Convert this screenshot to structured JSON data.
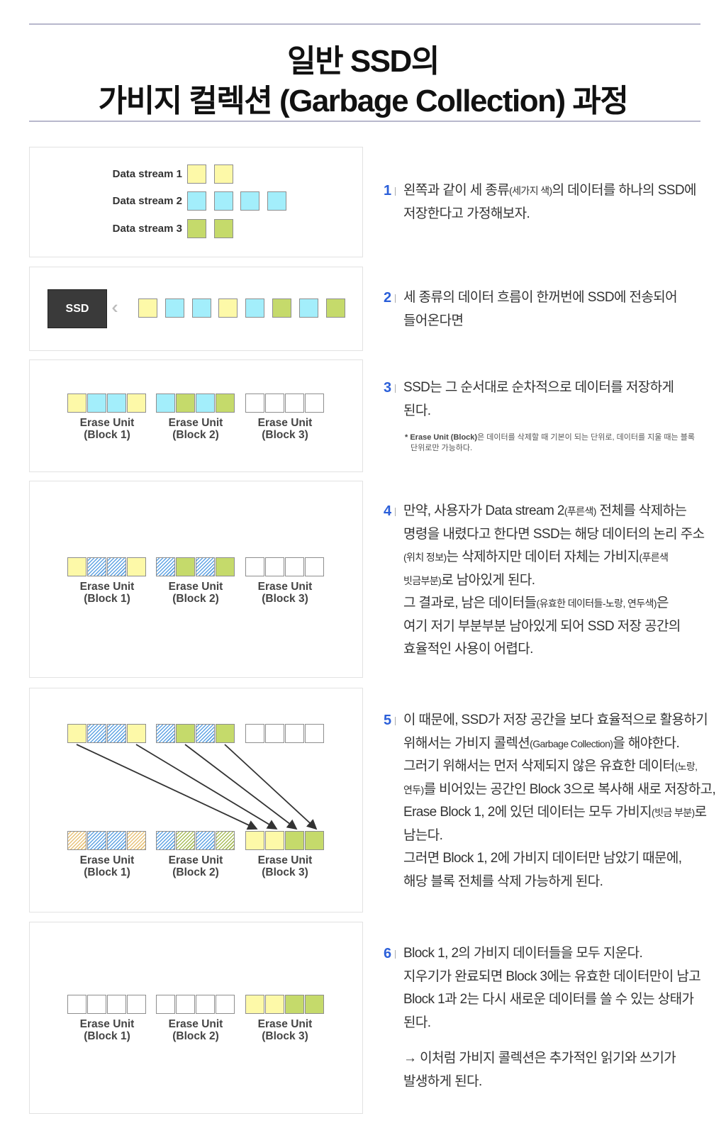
{
  "title": {
    "line1": "일반 SSD의",
    "line2": "가비지 컬렉션 (Garbage Collection) 과정"
  },
  "colors": {
    "yellow": "#fdf9a8",
    "blue": "#a3eefb",
    "green": "#c5da6b",
    "accent": "#2b5fd9",
    "ssd_box": "#3a3a3a"
  },
  "panel1": {
    "streams": [
      {
        "label": "Data stream 1",
        "cells": [
          "yellow",
          "yellow"
        ]
      },
      {
        "label": "Data stream 2",
        "cells": [
          "blue",
          "blue",
          "blue",
          "blue"
        ]
      },
      {
        "label": "Data stream 3",
        "cells": [
          "green",
          "green"
        ]
      }
    ]
  },
  "panel2": {
    "ssd_label": "SSD",
    "incoming": [
      "yellow",
      "blue",
      "blue",
      "yellow",
      "blue",
      "green",
      "blue",
      "green"
    ]
  },
  "block_label": {
    "line1": "Erase Unit",
    "blocks": [
      "(Block 1)",
      "(Block 2)",
      "(Block 3)"
    ]
  },
  "panel3": {
    "blocks": [
      [
        "yellow",
        "blue",
        "blue",
        "yellow"
      ],
      [
        "blue",
        "green",
        "blue",
        "green"
      ],
      [
        "empty",
        "empty",
        "empty",
        "empty"
      ]
    ]
  },
  "panel4": {
    "blocks": [
      [
        "yellow",
        "blue-hatch",
        "blue-hatch",
        "yellow"
      ],
      [
        "blue-hatch",
        "green",
        "blue-hatch",
        "green"
      ],
      [
        "empty",
        "empty",
        "empty",
        "empty"
      ]
    ]
  },
  "panel5": {
    "top_blocks": [
      [
        "yellow",
        "blue-hatch",
        "blue-hatch",
        "yellow"
      ],
      [
        "blue-hatch",
        "green",
        "blue-hatch",
        "green"
      ],
      [
        "empty",
        "empty",
        "empty",
        "empty"
      ]
    ],
    "bottom_blocks": [
      [
        "yellow-hatch",
        "blue-hatch",
        "blue-hatch",
        "yellow-hatch"
      ],
      [
        "blue-hatch",
        "green-hatch",
        "blue-hatch",
        "green-hatch"
      ],
      [
        "yellow",
        "yellow",
        "green",
        "green"
      ]
    ]
  },
  "panel6": {
    "blocks": [
      [
        "empty",
        "empty",
        "empty",
        "empty"
      ],
      [
        "empty",
        "empty",
        "empty",
        "empty"
      ],
      [
        "yellow",
        "yellow",
        "green",
        "green"
      ]
    ]
  },
  "steps": [
    {
      "num": "1",
      "lines": [
        [
          {
            "t": "왼쪽과 같이 세 종류"
          },
          {
            "t": "(세가지 색)",
            "s": true
          },
          {
            "t": "의 데이터를 하나의 SSD에"
          }
        ],
        [
          {
            "t": "저장한다고 가정해보자."
          }
        ]
      ]
    },
    {
      "num": "2",
      "lines": [
        [
          {
            "t": "세 종류의 데이터 흐름이 한꺼번에 SSD에 전송되어"
          }
        ],
        [
          {
            "t": "들어온다면"
          }
        ]
      ]
    },
    {
      "num": "3",
      "lines": [
        [
          {
            "t": "SSD는 그 순서대로 순차적으로 데이터를 저장하게"
          }
        ],
        [
          {
            "t": "된다."
          }
        ]
      ],
      "note": {
        "bold": "* Erase Unit (Block)",
        "rest": "은 데이터를 삭제할 때 기본이 되는 단위로, 데이터를 지울 때는 블록",
        "line2": "단위로만 가능하다."
      }
    },
    {
      "num": "4",
      "lines": [
        [
          {
            "t": "만약, 사용자가 Data stream 2"
          },
          {
            "t": "(푸른색)",
            "s": true
          },
          {
            "t": " 전체를 삭제하는"
          }
        ],
        [
          {
            "t": "명령을 내렸다고 한다면 SSD는 해당 데이터의 논리 주소"
          }
        ],
        [
          {
            "t": "(위치 정보)",
            "s": true
          },
          {
            "t": "는 삭제하지만 데이터 자체는 가비지"
          },
          {
            "t": "(푸른색",
            "s": true
          }
        ],
        [
          {
            "t": "빗금부분)",
            "s": true
          },
          {
            "t": "로 남아있게 된다."
          }
        ],
        [
          {
            "t": "그 결과로, 남은 데이터들"
          },
          {
            "t": "(유효한 데이터들-노랑, 연두색)",
            "s": true
          },
          {
            "t": "은"
          }
        ],
        [
          {
            "t": "여기 저기 부분부분 남아있게 되어 SSD 저장 공간의"
          }
        ],
        [
          {
            "t": "효율적인 사용이 어렵다."
          }
        ]
      ]
    },
    {
      "num": "5",
      "lines": [
        [
          {
            "t": "이 때문에, SSD가 저장 공간을 보다 효율적으로 활용하기"
          }
        ],
        [
          {
            "t": "위해서는 가비지 콜렉션"
          },
          {
            "t": "(Garbage Collection)",
            "s": true
          },
          {
            "t": "을 해야한다."
          }
        ],
        [
          {
            "t": "그러기 위해서는 먼저 삭제되지 않은 유효한 데이터"
          },
          {
            "t": "(노랑,",
            "s": true
          }
        ],
        [
          {
            "t": "연두)",
            "s": true
          },
          {
            "t": "를 비어있는 공간인 Block 3으로 복사해 새로 저장하고,"
          }
        ],
        [
          {
            "t": "Erase Block 1, 2에 있던 데이터는 모두 가비지"
          },
          {
            "t": "(빗금 부분)",
            "s": true
          },
          {
            "t": "로"
          }
        ],
        [
          {
            "t": "남는다."
          }
        ],
        [
          {
            "t": "그러면 Block 1, 2에 가비지 데이터만 남았기 때문에,"
          }
        ],
        [
          {
            "t": "해당 블록 전체를 삭제 가능하게 된다."
          }
        ]
      ]
    },
    {
      "num": "6",
      "lines": [
        [
          {
            "t": "Block 1, 2의 가비지 데이터들을 모두 지운다."
          }
        ],
        [
          {
            "t": "지우기가 완료되면 Block 3에는 유효한 데이터만이 남고"
          }
        ],
        [
          {
            "t": "Block 1과 2는 다시 새로운 데이터를 쓸 수 있는 상태가"
          }
        ],
        [
          {
            "t": "된다."
          }
        ]
      ],
      "conclusion": [
        [
          {
            "t": "→ 이처럼 가비지 콜렉션은 추가적인 읽기와 쓰기가"
          }
        ],
        [
          {
            "t": "   발생하게 된다."
          }
        ]
      ]
    }
  ]
}
